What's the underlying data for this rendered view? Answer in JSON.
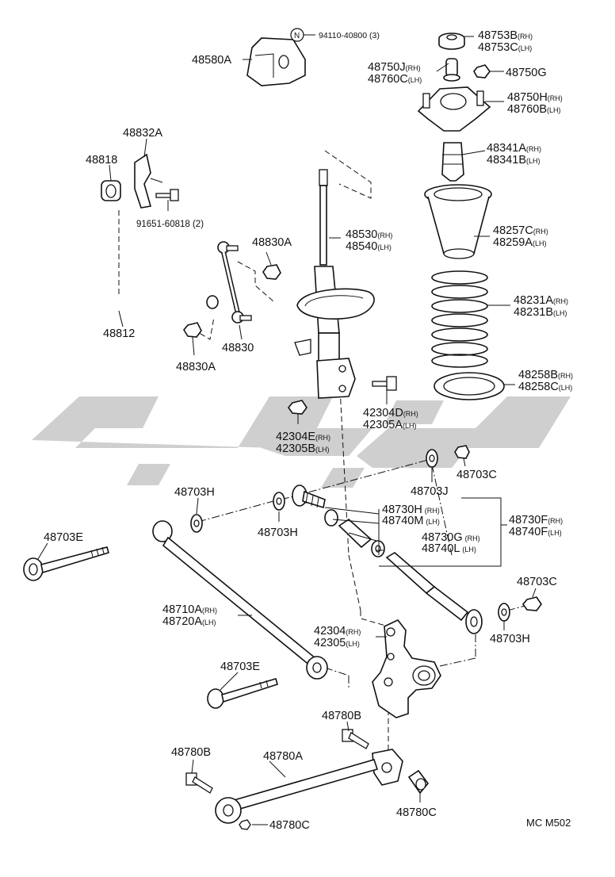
{
  "labels": {
    "n_mark": "N",
    "l_94110": "94110-40800 (3)",
    "l_48580A": "48580A",
    "l_48753B": "48753B",
    "l_48753C": "48753C",
    "l_48750J": "48750J",
    "l_48760C": "48760C",
    "l_48750G": "48750G",
    "l_48750H": "48750H",
    "l_48760B": "48760B",
    "l_48832A": "48832A",
    "l_48818": "48818",
    "l_91651": "91651-60818 (2)",
    "l_48341A": "48341A",
    "l_48341B": "48341B",
    "l_48530": "48530",
    "l_48540": "48540",
    "l_48257C": "48257C",
    "l_48259A": "48259A",
    "l_48830A_top": "48830A",
    "l_48231A": "48231A",
    "l_48231B": "48231B",
    "l_48812": "48812",
    "l_48830": "48830",
    "l_48830A_bot": "48830A",
    "l_48258B": "48258B",
    "l_48258C": "48258C",
    "l_42304D": "42304D",
    "l_42305A": "42305A",
    "l_42304E": "42304E",
    "l_42305B": "42305B",
    "l_48703C_top": "48703C",
    "l_48703J": "48703J",
    "l_48703H_a": "48703H",
    "l_48730H": "48730H",
    "l_48740M": "48740M",
    "l_48730F": "48730F",
    "l_48740F": "48740F",
    "l_48703H_b": "48703H",
    "l_48730G": "48730G",
    "l_48740L": "48740L",
    "l_48703E_a": "48703E",
    "l_48703C_bot": "48703C",
    "l_48710A": "48710A",
    "l_48720A": "48720A",
    "l_48703H_c": "48703H",
    "l_42304": "42304",
    "l_42305": "42305",
    "l_48703E_b": "48703E",
    "l_48780B_a": "48780B",
    "l_48780B_b": "48780B",
    "l_48780A": "48780A",
    "l_48780C_a": "48780C",
    "l_48780C_b": "48780C",
    "footer_code": "MC  M502"
  },
  "suffixes": {
    "rh": "(RH)",
    "lh": "(LH)"
  },
  "watermark": {
    "color": "#cfcfcf"
  }
}
